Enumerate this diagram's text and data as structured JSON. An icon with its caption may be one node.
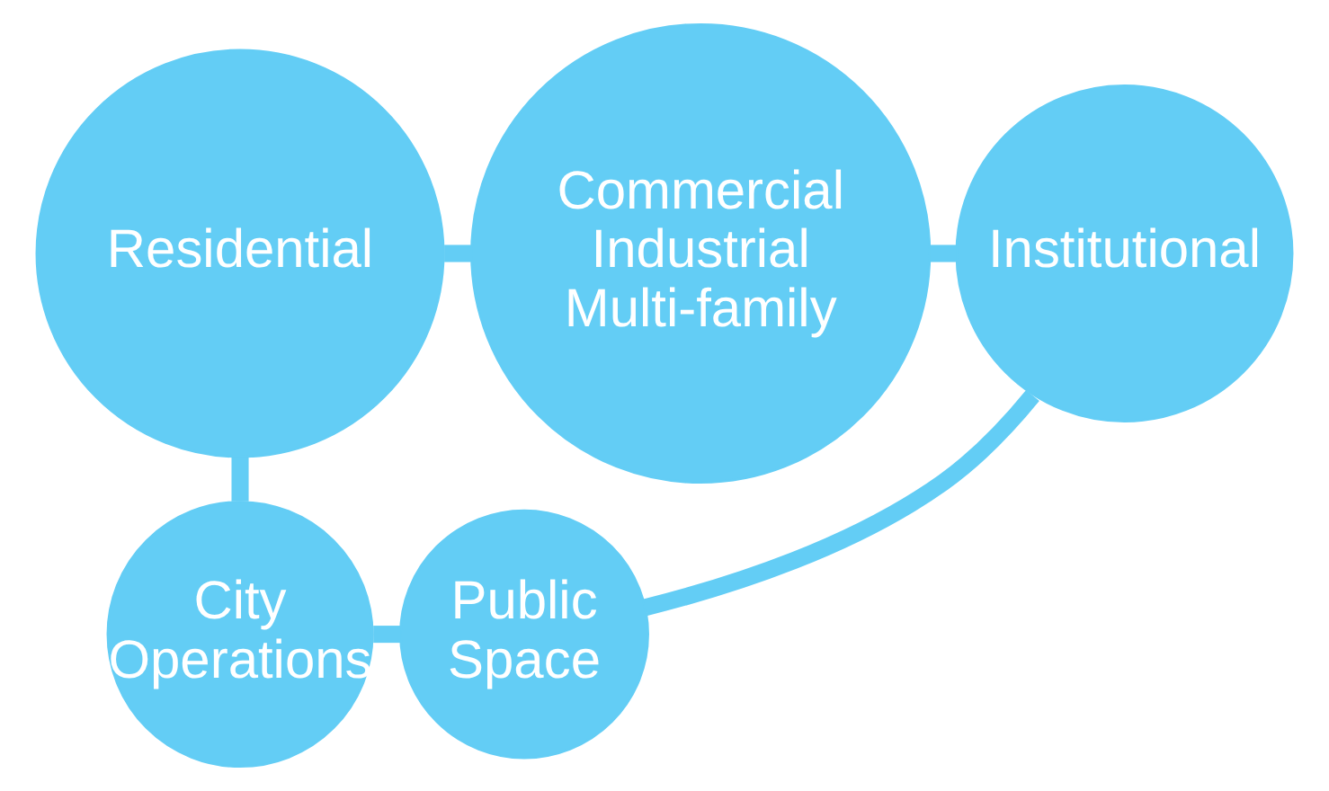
{
  "diagram": {
    "nodes": [
      {
        "text": [
          "Residential"
        ]
      },
      {
        "text": [
          "Commercial Industrial Multi-family"
        ]
      },
      {
        "text": [
          "Institutional"
        ]
      },
      {
        "text": [
          "City Operations"
        ]
      },
      {
        "text": [
          "Public Space"
        ]
      }
    ],
    "edges": [
      {
        "from": 0,
        "to": 1,
        "arrow": "none"
      },
      {
        "from": 1,
        "to": 2,
        "arrow": "none"
      },
      {
        "from": 0,
        "to": 3,
        "arrow": "none"
      },
      {
        "from": 3,
        "to": 4,
        "arrow": "none"
      },
      {
        "from": 4,
        "to": 2,
        "arrow": "none"
      }
    ]
  }
}
